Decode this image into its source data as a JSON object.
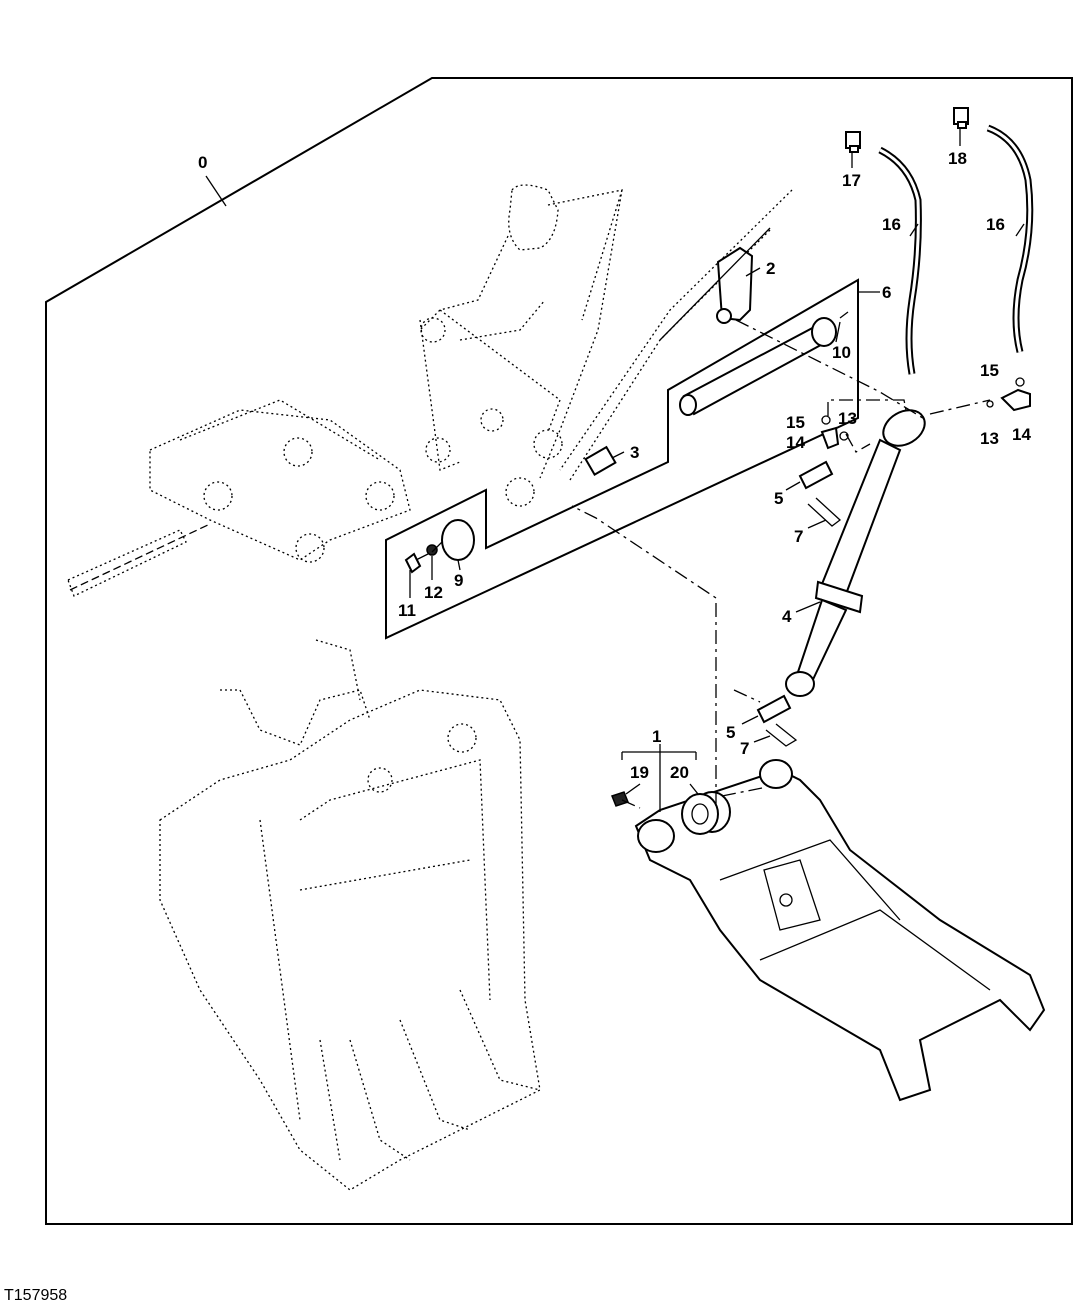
{
  "figure_id": "T157958",
  "callouts": {
    "c0": "0",
    "c1": "1",
    "c2": "2",
    "c3": "3",
    "c4": "4",
    "c5a": "5",
    "c5b": "5",
    "c6": "6",
    "c7a": "7",
    "c7b": "7",
    "c9": "9",
    "c10": "10",
    "c11": "11",
    "c12": "12",
    "c13a": "13",
    "c13b": "13",
    "c14a": "14",
    "c14b": "14",
    "c15a": "15",
    "c15b": "15",
    "c16a": "16",
    "c16b": "16",
    "c17": "17",
    "c18": "18",
    "c19": "19",
    "c20": "20"
  }
}
